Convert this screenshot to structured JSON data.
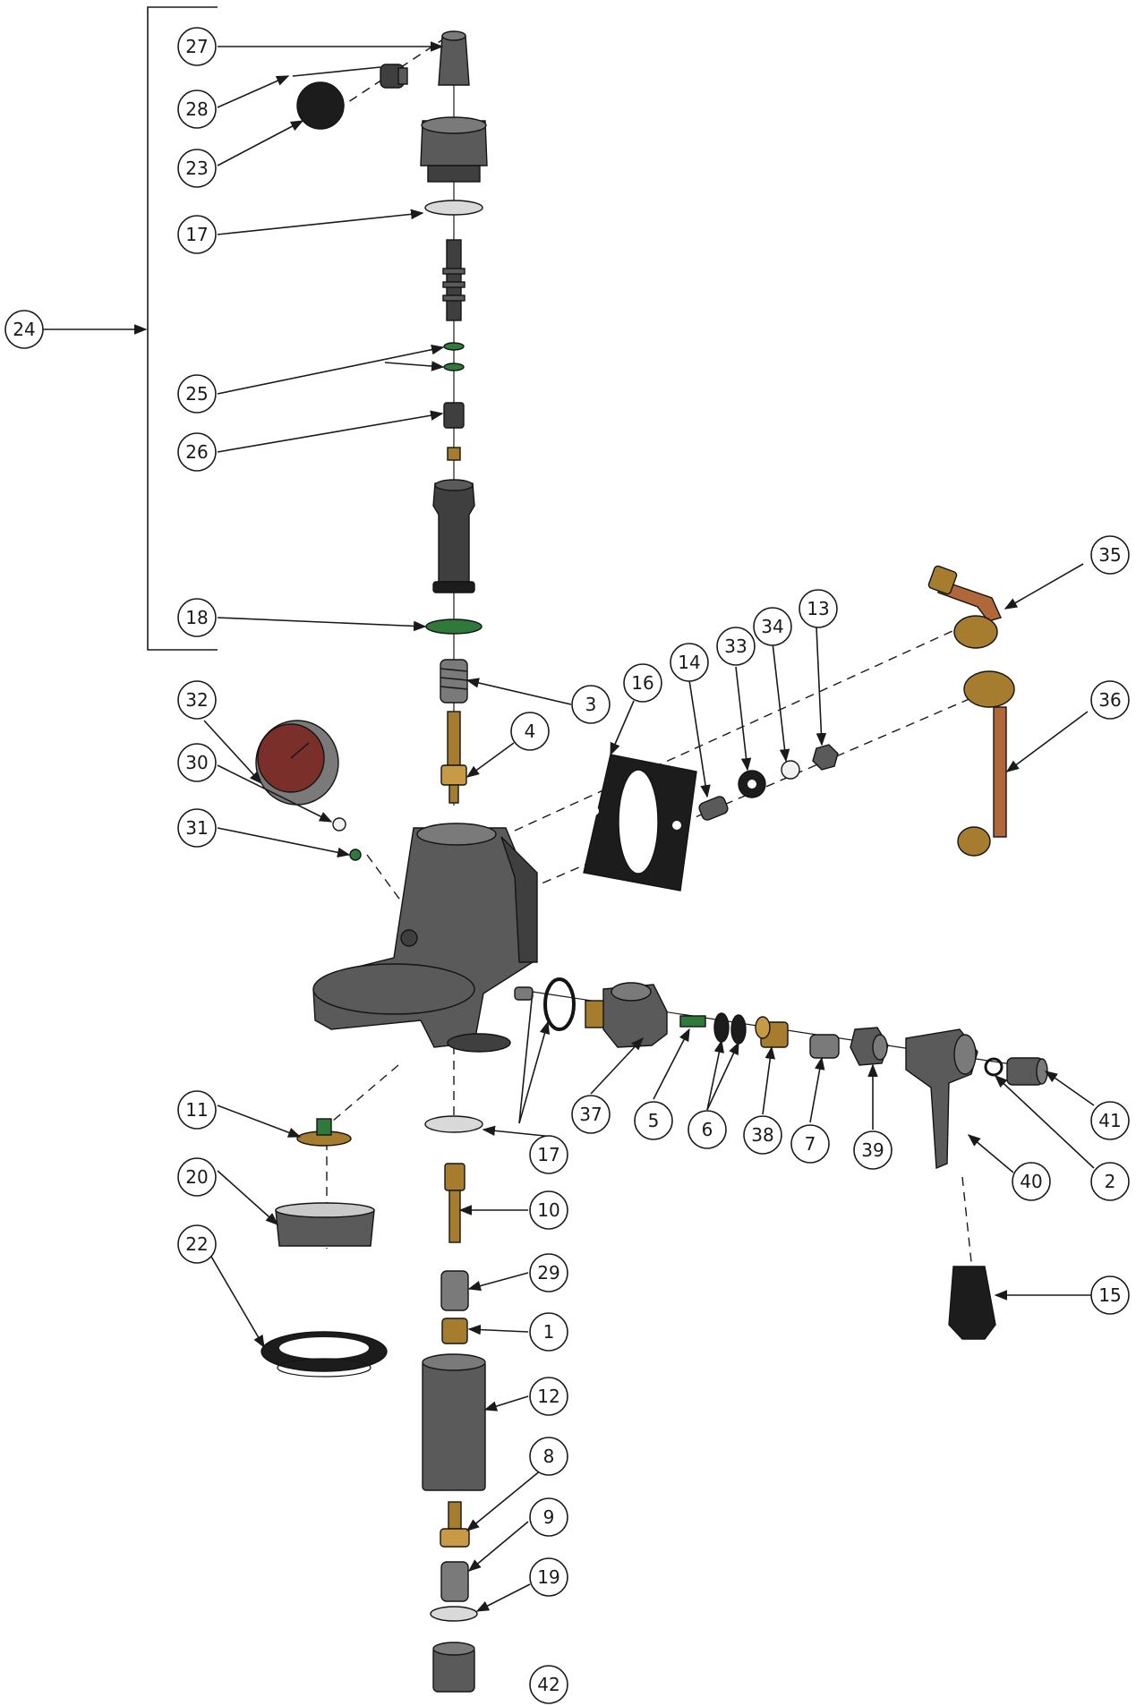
{
  "diagram": {
    "type": "exploded-parts-view",
    "group_bracket_label": "24",
    "callouts": [
      "27",
      "28",
      "23",
      "17",
      "24",
      "25",
      "26",
      "18",
      "3",
      "4",
      "32",
      "30",
      "31",
      "16",
      "14",
      "33",
      "34",
      "13",
      "35",
      "36",
      "37",
      "5",
      "6",
      "38",
      "7",
      "39",
      "40",
      "2",
      "41",
      "11",
      "20",
      "22",
      "17",
      "10",
      "29",
      "1",
      "12",
      "8",
      "9",
      "19",
      "42",
      "15"
    ]
  }
}
